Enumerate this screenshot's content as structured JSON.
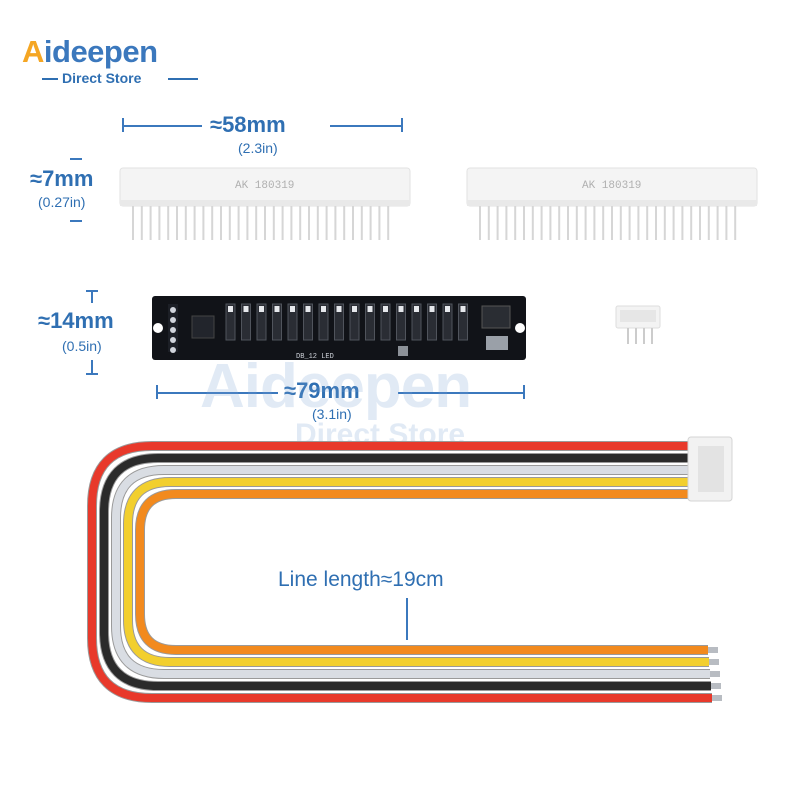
{
  "brand": {
    "name": "Aideepen",
    "subtitle": "Direct Store",
    "colors": [
      "#f5a623",
      "#3b78bd",
      "#e84c3d"
    ]
  },
  "watermark": {
    "name": "Aideepen",
    "subtitle": "Direct Store"
  },
  "dimensions": {
    "width_connector": {
      "label": "≈58mm",
      "sub": "(2.3in)"
    },
    "height_connector": {
      "label": "≈7mm",
      "sub": "(0.27in)"
    },
    "height_board": {
      "label": "≈14mm",
      "sub": "(0.5in)"
    },
    "width_board": {
      "label": "≈79mm",
      "sub": "(3.1in)"
    },
    "cable_length": {
      "label": "Line length≈19cm"
    }
  },
  "connector_marking": "AK 180319",
  "board_marking": "DB_12 LED",
  "cable_colors": [
    "#e8392b",
    "#2b2b2b",
    "#d9dde3",
    "#f2cf2e",
    "#f28a1e"
  ],
  "accent_color": "#3b78bd"
}
